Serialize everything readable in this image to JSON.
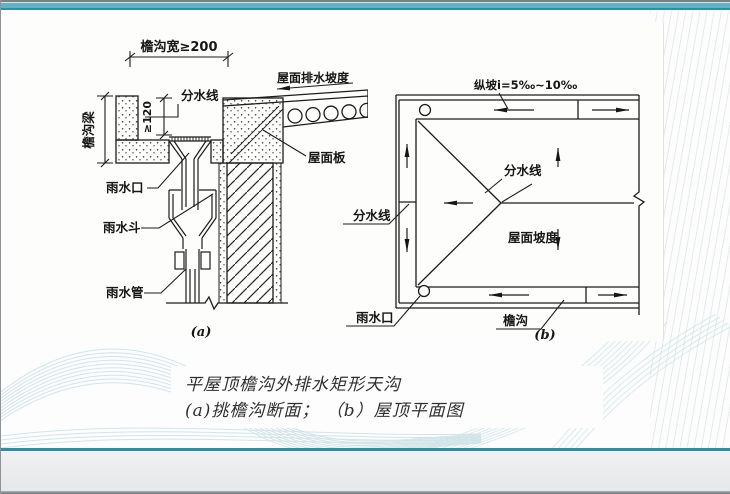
{
  "slide": {
    "caption": {
      "line1": "平屋顶檐沟外排水矩形天沟",
      "line2": "(a)挑檐沟断面； （b）屋顶平面图"
    }
  },
  "colors": {
    "accent_teal_band": "#5fb3c4",
    "accent_teal_line": "#2b8fa5",
    "footer_gray": "#e8eaec",
    "ink": "#161616",
    "wave_teal": "#c8dfe4"
  },
  "diagram_a": {
    "figure_label": "(a)",
    "labels": {
      "gutter_width": "檐沟宽≥200",
      "depth": "≥120",
      "watershed": "分水线",
      "gutter_beam": "檐沟梁",
      "roof_drain_slope": "屋面排水坡度",
      "roof_slab": "屋面板",
      "rain_inlet": "雨水口",
      "rain_hopper": "雨水斗",
      "rain_pipe": "雨水管"
    }
  },
  "diagram_b": {
    "figure_label": "(b)",
    "labels": {
      "longitudinal_slope": "纵坡i=5‰~10‰",
      "watershed_inner": "分水线",
      "watershed_left": "分水线",
      "roof_slope": "屋面坡度",
      "rain_inlet": "雨水口",
      "eave_gutter": "檐沟"
    }
  }
}
